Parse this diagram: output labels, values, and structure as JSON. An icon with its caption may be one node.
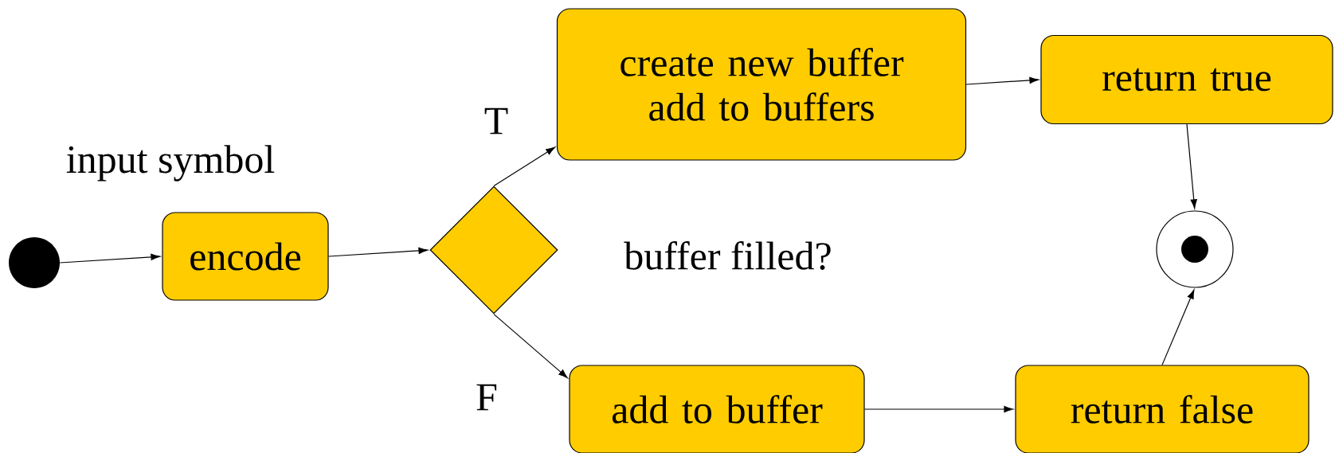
{
  "diagram": {
    "nodes": [
      {
        "text": [],
        "shape": "circle"
      },
      {
        "text": [
          "encode"
        ]
      },
      {
        "text": [],
        "shape": "diamond",
        "beside": [
          "buffer filled?"
        ]
      },
      {
        "text": [
          "create new buffer add to buffers"
        ]
      },
      {
        "text": [
          "return true"
        ]
      },
      {
        "text": [],
        "shape": "bullseye"
      },
      {
        "text": [
          "add to buffer"
        ]
      },
      {
        "text": [
          "return false"
        ]
      }
    ],
    "edges": [
      {
        "from": 0,
        "to": 1,
        "arrow": "to"
      },
      {
        "from": 1,
        "to": 2,
        "arrow": "to"
      },
      {
        "from": 2,
        "to": 3,
        "arrow": "to",
        "label": "T"
      },
      {
        "from": 2,
        "to": 6,
        "arrow": "to",
        "label": "F"
      },
      {
        "from": 3,
        "to": 4,
        "arrow": "to"
      },
      {
        "from": 4,
        "to": 5,
        "arrow": "to"
      },
      {
        "from": 6,
        "to": 7,
        "arrow": "to"
      },
      {
        "from": 7,
        "to": 5,
        "arrow": "to"
      }
    ],
    "labels": [
      "input symbol"
    ]
  }
}
